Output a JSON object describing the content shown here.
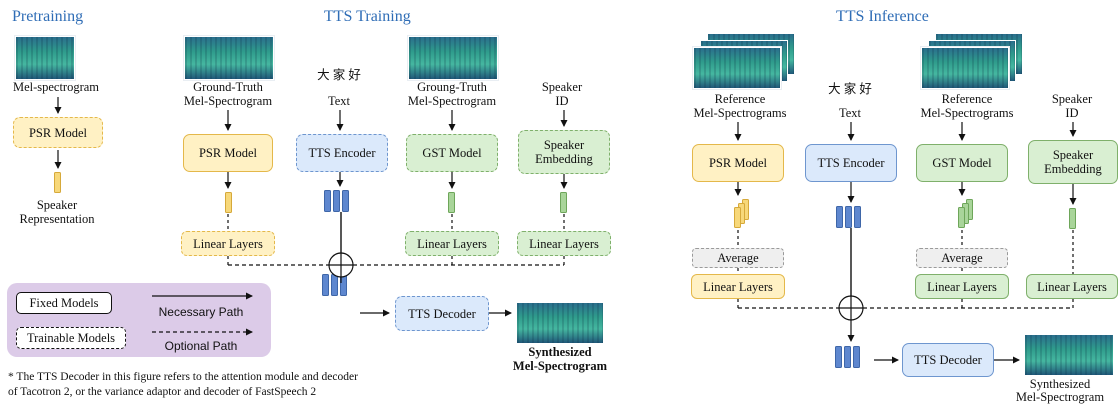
{
  "sections": {
    "pretraining": "Pretraining",
    "training": "TTS Training",
    "inference": "TTS Inference"
  },
  "pretraining": {
    "mel_label": "Mel-spectrogram",
    "psr_model": "PSR Model",
    "speaker_rep_1": "Speaker",
    "speaker_rep_2": "Representation"
  },
  "training": {
    "gt_mel_1": "Ground-Truth",
    "gt_mel_2": "Mel-Spectrogram",
    "text_chars": "大 家 好",
    "text_label": "Text",
    "gst_mel_1": "Groung-Truth",
    "gst_mel_2": "Mel-Spectrogram",
    "speaker_id_1": "Speaker",
    "speaker_id_2": "ID",
    "psr_model": "PSR Model",
    "tts_encoder": "TTS Encoder",
    "gst_model": "GST Model",
    "speaker_embedding_1": "Speaker",
    "speaker_embedding_2": "Embedding",
    "linear_layers": "Linear Layers",
    "tts_decoder": "TTS Decoder",
    "synth_1": "Synthesized",
    "synth_2": "Mel-Spectrogram"
  },
  "legend": {
    "fixed_models": "Fixed Models",
    "trainable_models": "Trainable Models",
    "necessary_path": "Necessary Path",
    "optional_path": "Optional Path"
  },
  "footnote": {
    "line1": "* The TTS Decoder in this figure refers to the attention module and decoder",
    "line2": "of Tacotron 2, or the variance adaptor and decoder of FastSpeech 2"
  },
  "inference": {
    "ref_mel_1": "Reference",
    "ref_mel_2": "Mel-Spectrograms",
    "text_chars": "大 家 好",
    "text_label": "Text",
    "speaker_id_1": "Speaker",
    "speaker_id_2": "ID",
    "psr_model": "PSR Model",
    "tts_encoder": "TTS Encoder",
    "gst_model": "GST Model",
    "speaker_embedding_1": "Speaker",
    "speaker_embedding_2": "Embedding",
    "average": "Average",
    "linear_layers": "Linear Layers",
    "tts_decoder": "TTS Decoder",
    "synth_1": "Synthesized",
    "synth_2": "Mel-Spectrogram"
  },
  "colors": {
    "section_title": "#2f6db6",
    "psr_fill": "#fff1c4",
    "encoder_fill": "#dbe9fb",
    "gst_fill": "#d9efd2",
    "legend_fill": "#dccbe8"
  }
}
